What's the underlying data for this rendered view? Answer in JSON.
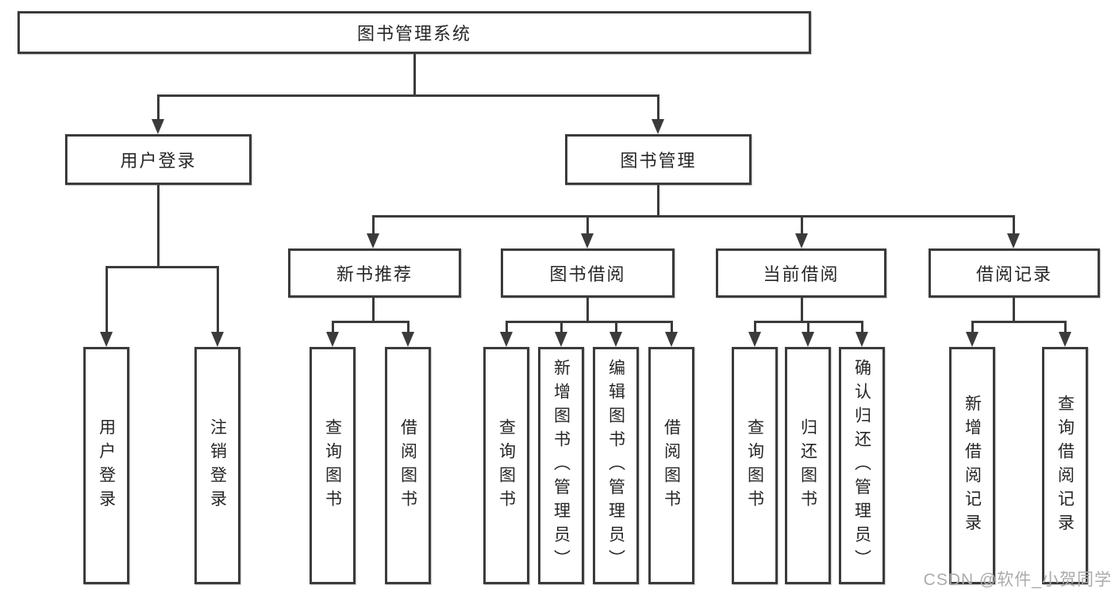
{
  "nodes": {
    "root": "图书管理系统",
    "level2": [
      "用户登录",
      "图书管理"
    ],
    "level3": [
      "新书推荐",
      "图书借阅",
      "当前借阅",
      "借阅记录"
    ],
    "leaves_login": [
      "用户登录",
      "注销登录"
    ],
    "leaves_recommend": [
      "查询图书",
      "借阅图书"
    ],
    "leaves_borrow": [
      "查询图书",
      "新增图书（管理员）",
      "编辑图书（管理员）",
      "借阅图书"
    ],
    "leaves_current": [
      "查询图书",
      "归还图书",
      "确认归还（管理员）"
    ],
    "leaves_records": [
      "新增借阅记录",
      "查询借阅记录"
    ]
  },
  "watermark": "CSDN @软件_小贺同学",
  "colors": {
    "line": "#3b3b3b",
    "text": "#262626",
    "watermark": "#ababab",
    "background": "#ffffff"
  }
}
